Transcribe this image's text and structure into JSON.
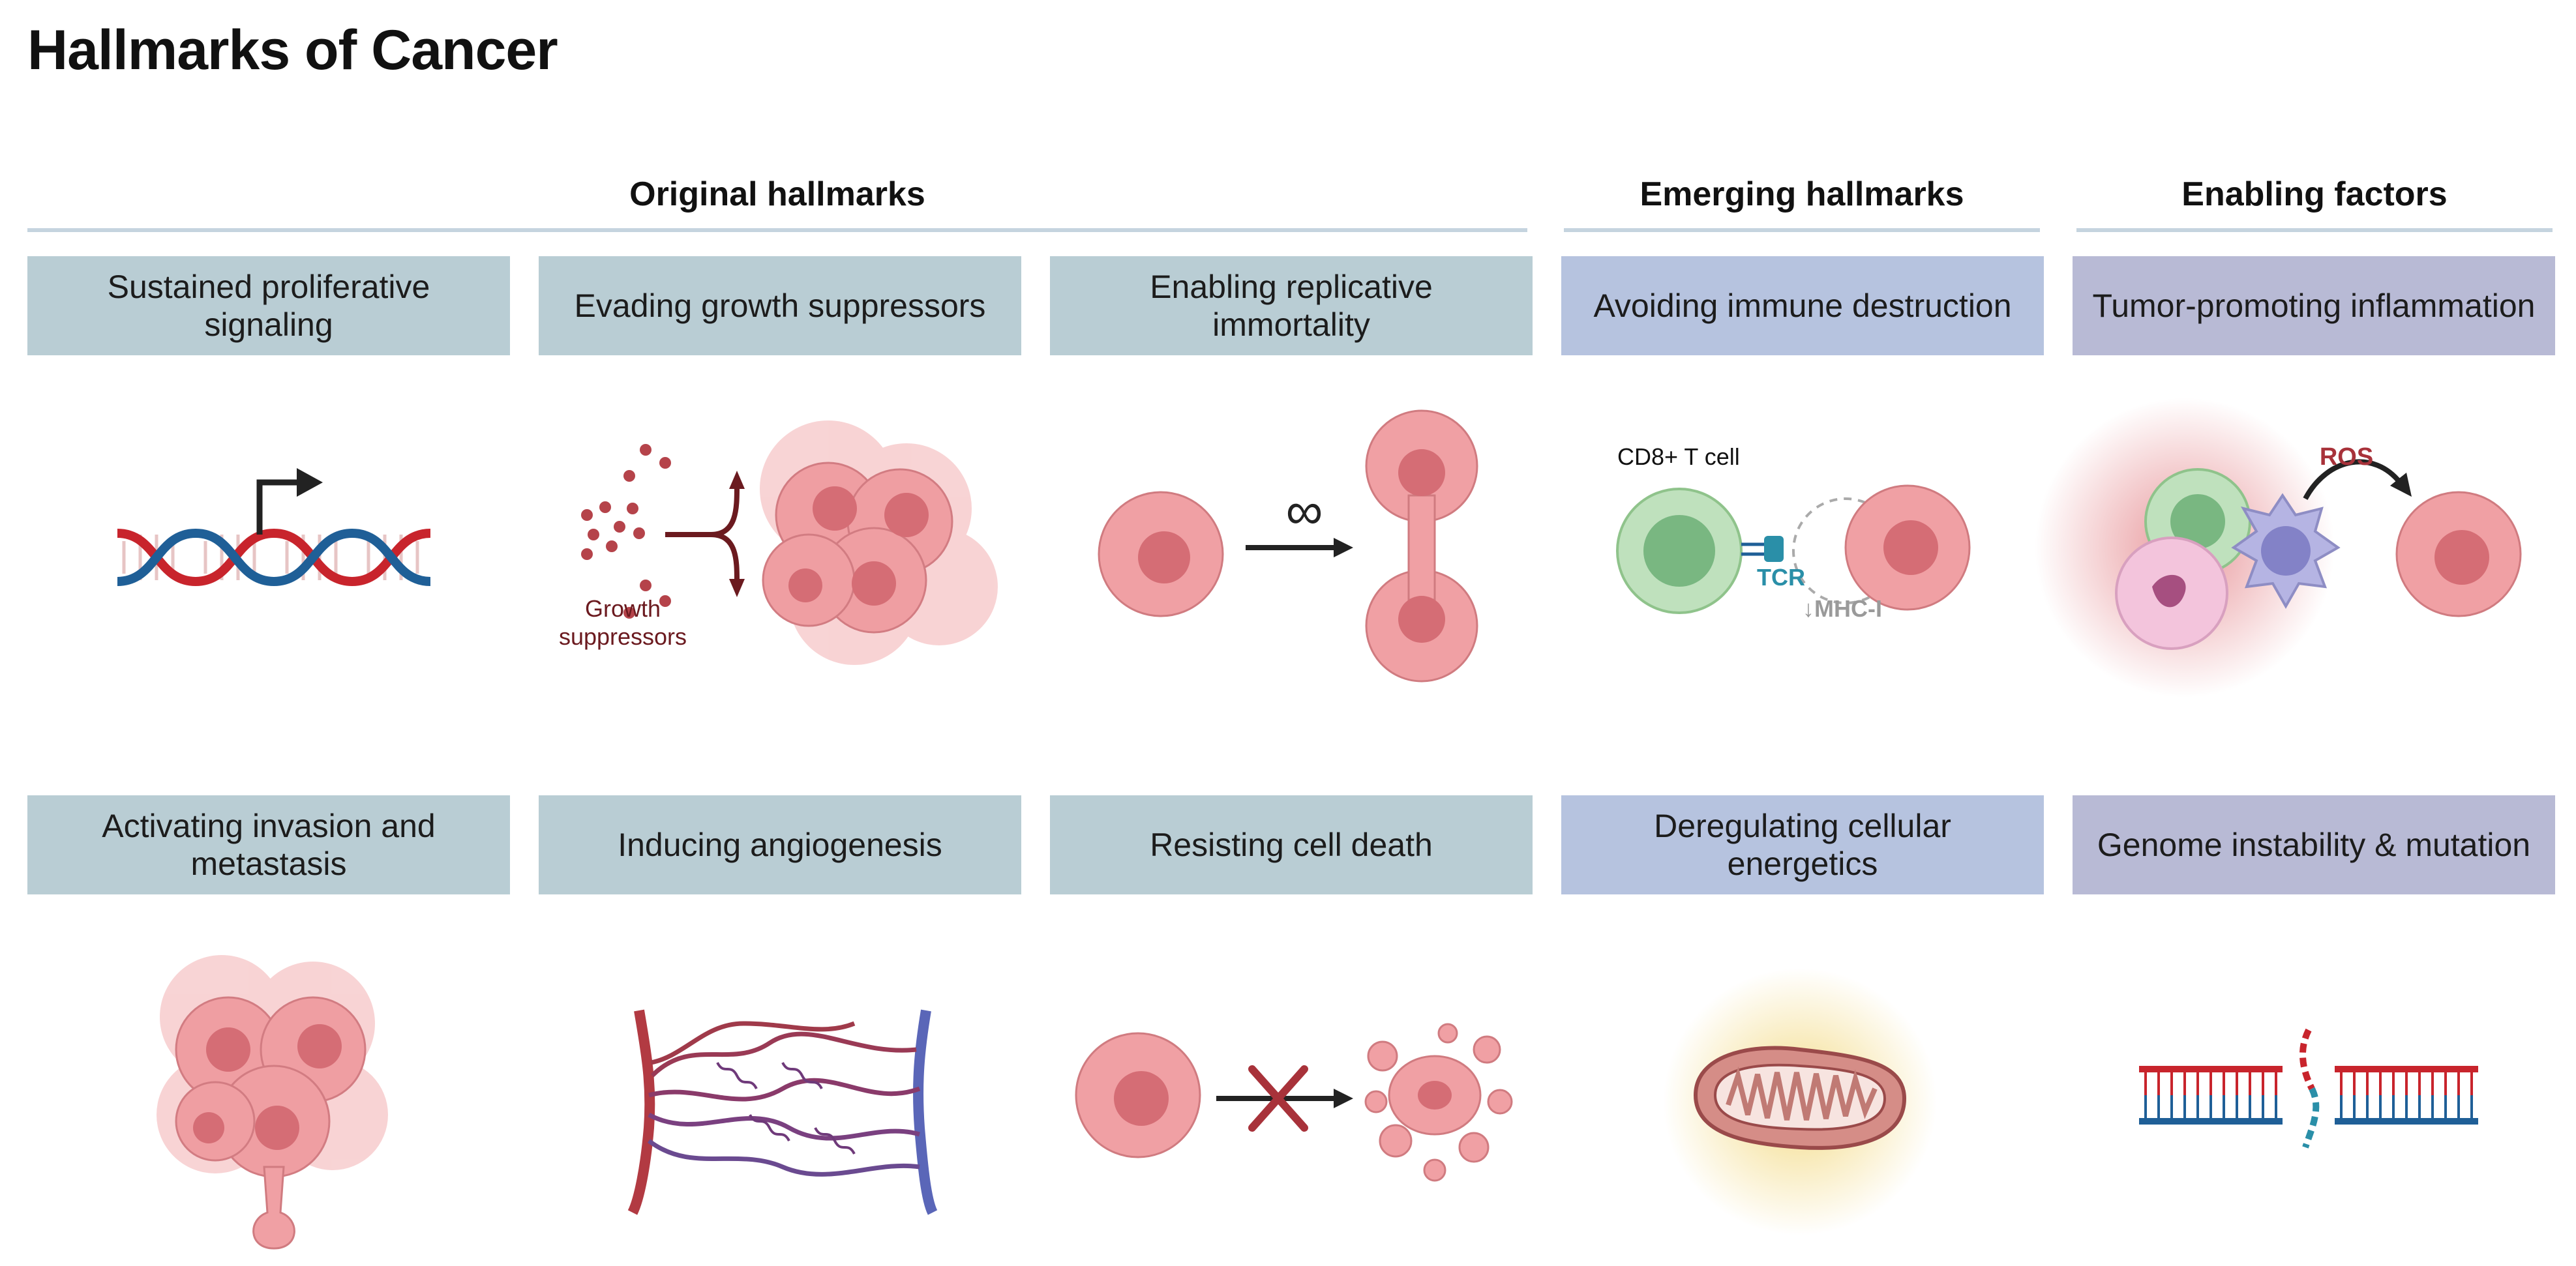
{
  "title": "Hallmarks of Cancer",
  "groups": {
    "original": "Original hallmarks",
    "emerging": "Emerging hallmarks",
    "enabling": "Enabling factors"
  },
  "cards": {
    "proliferative": "Sustained proliferative signaling",
    "growth_suppressors": "Evading growth suppressors",
    "replicative": "Enabling replicative immortality",
    "immune": "Avoiding immune destruction",
    "inflammation": "Tumor-promoting inflammation",
    "invasion": "Activating invasion and metastasis",
    "angiogenesis": "Inducing angiogenesis",
    "cell_death": "Resisting cell death",
    "energetics": "Deregulating cellular energetics",
    "genome": "Genome instability & mutation"
  },
  "labels": {
    "growth_suppressors": "Growth suppressors",
    "infinity": "∞",
    "cd8": "CD8+ T cell",
    "tcr": "TCR",
    "mhc": "↓MHC-I",
    "ros": "ROS"
  },
  "colors": {
    "cell_fill": "#f0a0a4",
    "nucleus": "#d8737a",
    "dna_red": "#c8242c",
    "dna_blue": "#1f5f97",
    "tcr": "#2a8fa8",
    "ros": "#a8323a",
    "mhc": "#9a9a9a"
  }
}
